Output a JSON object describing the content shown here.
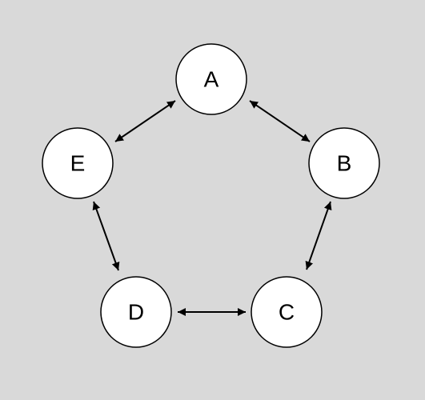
{
  "diagram": {
    "background": "#d9d9d9",
    "node_fill": "#ffffff",
    "stroke_color": "#000000",
    "nodes": [
      {
        "id": "A",
        "label": "A"
      },
      {
        "id": "B",
        "label": "B"
      },
      {
        "id": "C",
        "label": "C"
      },
      {
        "id": "D",
        "label": "D"
      },
      {
        "id": "E",
        "label": "E"
      }
    ],
    "edges": [
      {
        "from": "A",
        "to": "B",
        "direction": "bidirectional"
      },
      {
        "from": "B",
        "to": "C",
        "direction": "bidirectional"
      },
      {
        "from": "C",
        "to": "D",
        "direction": "bidirectional"
      },
      {
        "from": "D",
        "to": "E",
        "direction": "bidirectional"
      },
      {
        "from": "E",
        "to": "A",
        "direction": "bidirectional"
      }
    ]
  }
}
